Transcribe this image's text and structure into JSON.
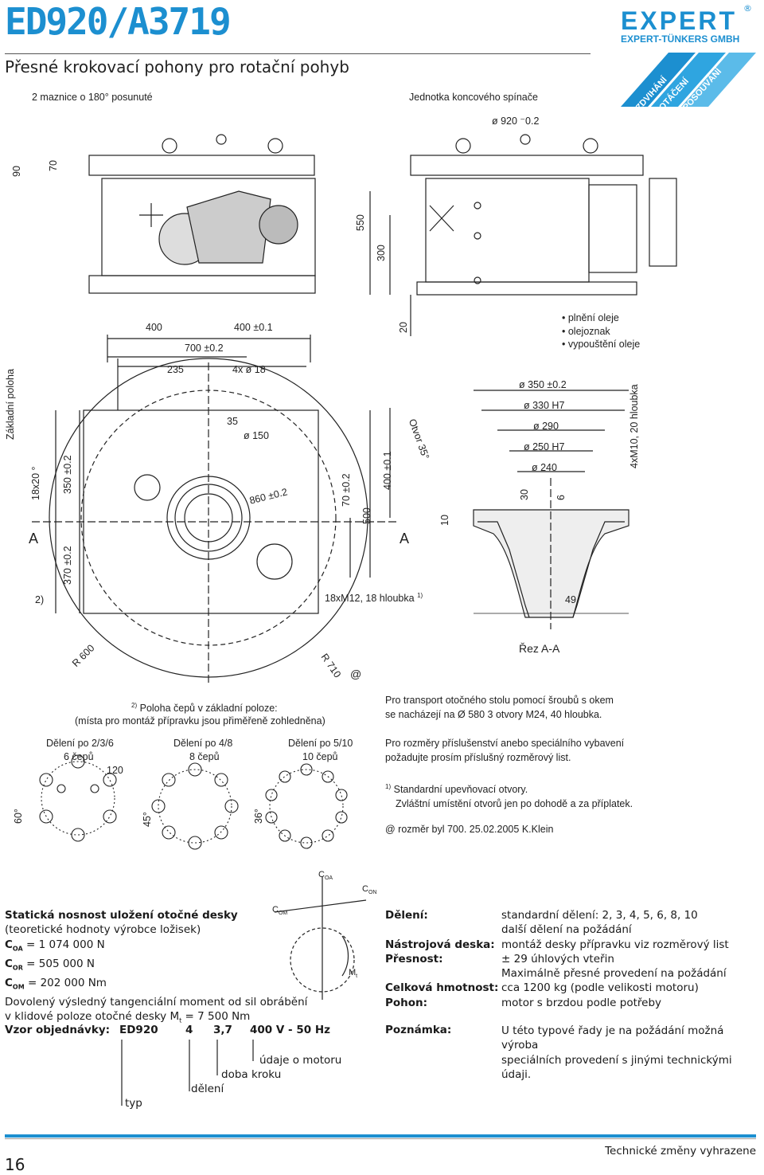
{
  "header": {
    "title": "ED920/A3719",
    "subtitle": "Přesné krokovací pohony pro rotační pohyb",
    "logo_main": "EXPERT",
    "logo_reg": "®",
    "logo_sub": "EXPERT-TÜNKERS GMBH",
    "stripes": [
      "ZDVIHÁNÍ",
      "OTÁČENÍ",
      "POSOUVÁNÍ"
    ]
  },
  "drawing_top": {
    "label_left": "2 maznice o 180° posunuté",
    "label_right": "Jednotka koncového spínače",
    "dia_920": "ø  920  ⁻0.2",
    "dim_90": "90",
    "dim_70": "70",
    "dim_550": "550",
    "dim_300": "300",
    "dim_20": "20",
    "dim_400a": "400",
    "dim_400b": "400 ±0.1",
    "dim_700": "700 ±0.2",
    "oil": [
      "plnění oleje",
      "olejoznak",
      "vypouštění oleje"
    ]
  },
  "drawing_mid": {
    "side_label": "Základní poloha",
    "dim_235": "235",
    "holes_4x18": "4x  ø  18",
    "dim_35": "35",
    "dia_150": "ø  150",
    "dim_860": "860 ±0.2",
    "dim_18x20": "18x20 °",
    "dim_350": "350 ±0.2",
    "dim_370": "370 ±0.2",
    "dim_70": "70 ±0.2",
    "dim_500": "500",
    "dim_400": "400 ±0.1",
    "otvor": "Otvor 35°",
    "dim_10": "10",
    "sec_A": "A",
    "note_2": "2)",
    "holes_18xm12": "18xM12, 18 hloubka",
    "holes_sup": "1)",
    "r600": "R 600",
    "r710": "R 710",
    "at": "@"
  },
  "section": {
    "d350": "ø  350 ±0.2",
    "d330": "ø  330  H7",
    "d290": "ø  290",
    "d250": "ø  250  H7",
    "d240": "ø  240",
    "dim_30": "30",
    "dim_6": "6",
    "dim_49": "49",
    "m10": "4xM10, 20 hloubka",
    "title": "Řez A-A"
  },
  "pin_notes": {
    "line1_sup": "2)",
    "line1": "Poloha čepů v základní poloze:",
    "line2": "(místa pro montáž přípravku jsou přiměřeně zohledněna)",
    "groups": [
      {
        "title": "Dělení po 2/3/6",
        "sub": "6 čepů",
        "angle": "60°",
        "extra": "120"
      },
      {
        "title": "Dělení po 4/8",
        "sub": "8 čepů",
        "angle": "45°"
      },
      {
        "title": "Dělení po 5/10",
        "sub": "10 čepů",
        "angle": "36°"
      }
    ]
  },
  "notes_right": {
    "p1": "Pro transport otočného stolu pomocí šroubů s okem",
    "p1b": "se nacházejí na Ø 580 3 otvory M24, 40 hloubka.",
    "p2": "Pro rozměry příslušenství anebo speciálního vybavení",
    "p2b": "požadujte prosím příslušný rozměrový list.",
    "p3_sup": "1)",
    "p3": "Standardní upevňovací otvory.",
    "p3b": "Zvláštní umístění otvorů jen po dohodě a za příplatek.",
    "p4": "@ rozměr byl 700. 25.02.2005 K.Klein"
  },
  "load": {
    "title": "Statická nosnost uložení otočné desky",
    "line2": "(teoretické hodnoty výrobce ložisek)",
    "coa": "C",
    "coa_sub": "OA",
    "coa_val": " = 1 074 000 N",
    "cor": "C",
    "cor_sub": "OR",
    "cor_val": " = 505 000 N",
    "com": "C",
    "com_sub": "OM",
    "com_val": " = 202 000 Nm",
    "line6": "Dovolený výsledný tangenciální moment od sil obrábění",
    "line7": "v klidové poloze otočné desky M",
    "line7_sub": "t",
    "line7_val": " = 7 500 Nm",
    "diag_coa": "C",
    "diag_coa_sub": "OA",
    "diag_con": "C",
    "diag_con_sub": "ON",
    "diag_com": "C",
    "diag_com_sub": "OM",
    "diag_mt": "M",
    "diag_mt_sub": "t"
  },
  "specs": [
    {
      "label": "Dělení:",
      "value": "standardní dělení:  2, 3, 4, 5, 6, 8, 10"
    },
    {
      "label": "",
      "value": "další dělení na požádání"
    },
    {
      "label": "Nástrojová deska:",
      "value": "montáž desky přípravku viz rozměrový list"
    },
    {
      "label": "Přesnost:",
      "value": "± 29 úhlových vteřin"
    },
    {
      "label": "",
      "value": "Maximálně přesné provedení na požádání"
    },
    {
      "label": "Celková hmotnost:",
      "value": "cca 1200 kg (podle velikosti motoru)"
    },
    {
      "label": "Pohon:",
      "value": "motor s brzdou podle potřeby"
    }
  ],
  "order": {
    "label": "Vzor objednávky:",
    "codes": [
      "ED920",
      "4",
      "3,7",
      "400 V - 50 Hz"
    ],
    "legend": [
      "údaje o motoru",
      "doba kroku",
      "dělení",
      "typ"
    ]
  },
  "remark": {
    "label": "Poznámka:",
    "text1": "U této typové řady je na požádání možná výroba",
    "text2": "speciálních provedení s jinými technickými údaji."
  },
  "footer": {
    "page": "16",
    "note": "Technické změny vyhrazene"
  },
  "colors": {
    "brand": "#1c8fd0",
    "line": "#222222"
  }
}
